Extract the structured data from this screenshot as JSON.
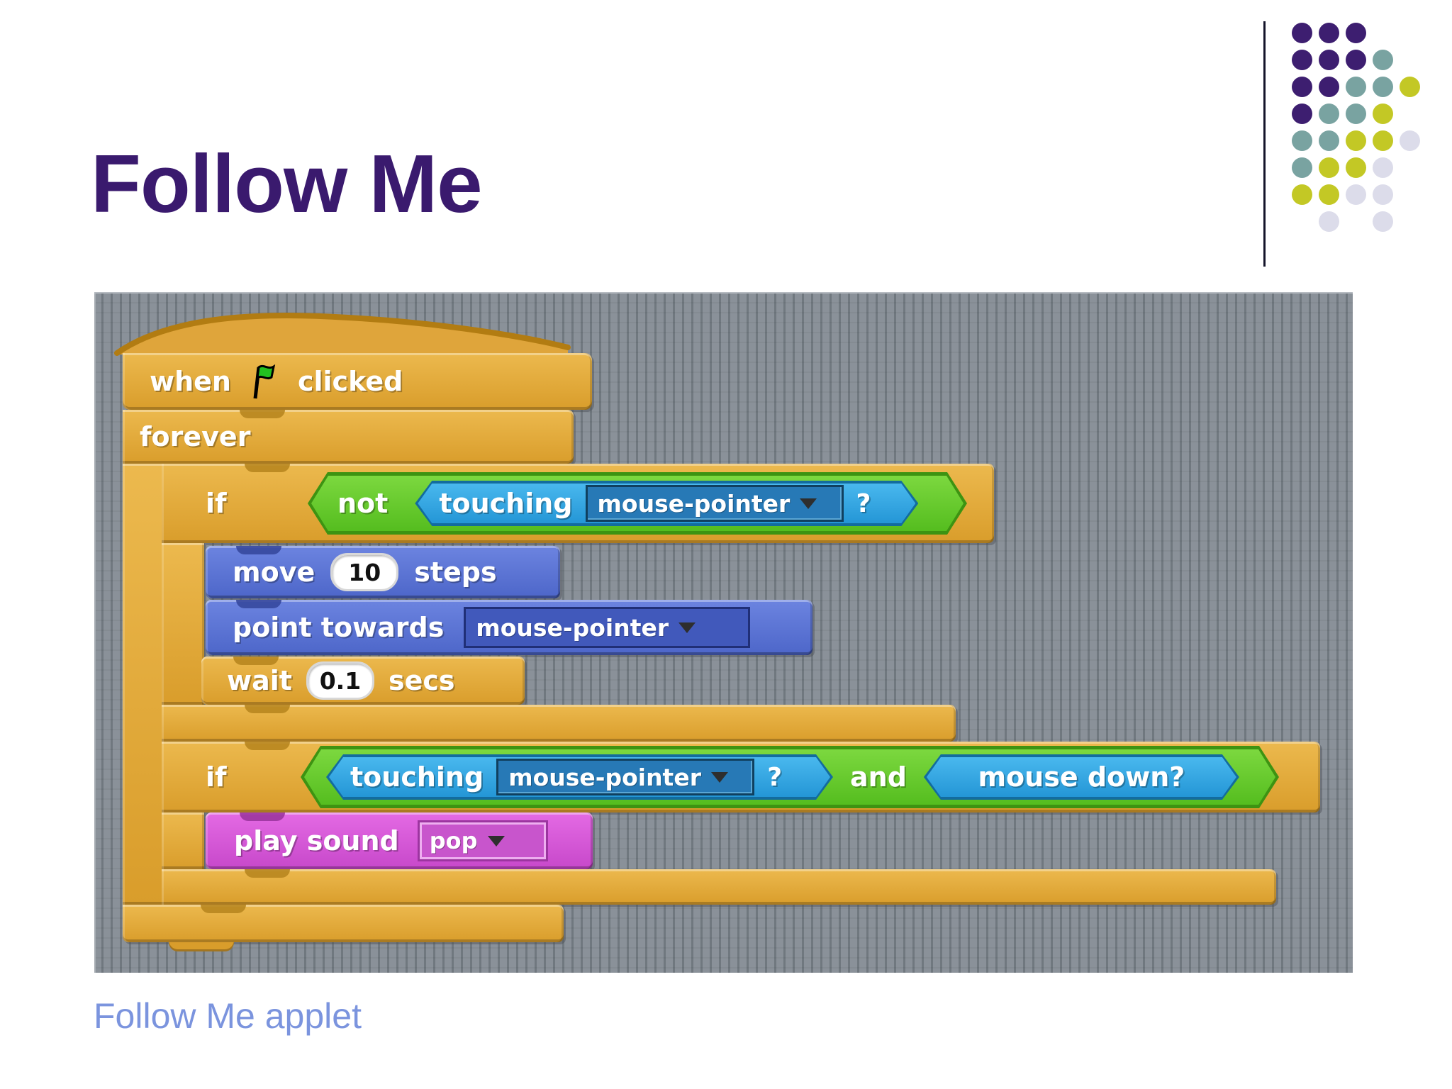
{
  "slide": {
    "title": "Follow Me",
    "link": {
      "text": "Follow Me applet"
    }
  },
  "decor": {
    "grid": [
      "ppp..",
      "pppt.",
      "pptty",
      "ptty.",
      "ttyyl",
      "tyyl.",
      "yyll.",
      ".l.l."
    ],
    "palette": {
      "p": "#3d1e70",
      "t": "#79a3a1",
      "y": "#c3c825",
      "l": "#dcdcea"
    }
  },
  "colors": {
    "title_purple": "#3a1a6e",
    "link_blue": "#7b94de",
    "control_orange": "#dfa53b",
    "motion_blue": "#5471d4",
    "sensing_blue": "#2fa1e0",
    "operator_green": "#5bc322",
    "sound_magenta": "#cf52d2",
    "canvas_gray": "#858e96"
  },
  "script": {
    "hat": {
      "prefix": "when",
      "icon": "green-flag",
      "suffix": "clicked"
    },
    "forever": {
      "label": "forever"
    },
    "if1": {
      "label": "if",
      "not": "not",
      "touching": "touching",
      "target": "mouse-pointer",
      "question": "?"
    },
    "move": {
      "label": "move",
      "value": "10",
      "suffix": "steps"
    },
    "point": {
      "label": "point towards",
      "target": "mouse-pointer"
    },
    "wait": {
      "label": "wait",
      "value": "0.1",
      "suffix": "secs"
    },
    "if2": {
      "label": "if",
      "touching": "touching",
      "target": "mouse-pointer",
      "question": "?",
      "and": "and",
      "mouse_down": "mouse down?"
    },
    "play": {
      "label": "play sound",
      "sound": "pop"
    }
  }
}
